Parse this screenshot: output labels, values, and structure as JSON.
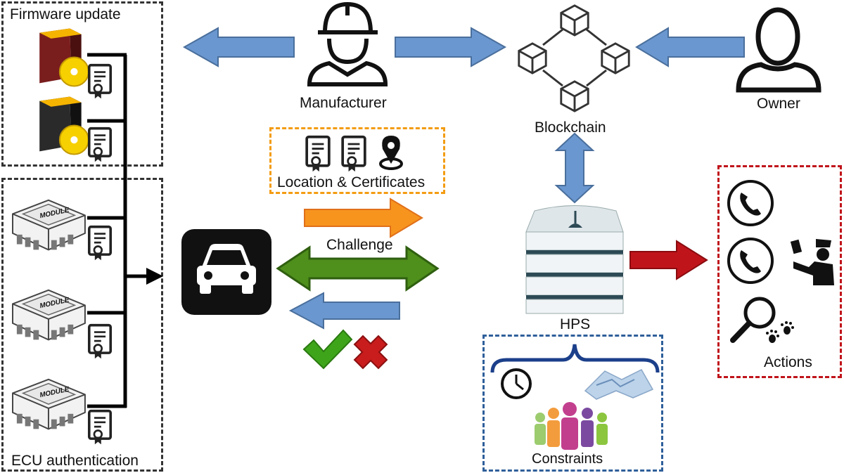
{
  "labels": {
    "firmware_update": "Firmware update",
    "ecu_authentication": "ECU authentication",
    "manufacturer": "Manufacturer",
    "blockchain": "Blockchain",
    "owner": "Owner",
    "location_certificates": "Location & Certificates",
    "challenge": "Challenge",
    "hps": "HPS",
    "actions": "Actions",
    "constraints": "Constraints",
    "module": "MODULE"
  },
  "colors": {
    "blue_arrow": "#6a97cf",
    "orange_arrow": "#f7941e",
    "green_arrow": "#4f8f1c",
    "red_arrow": "#c0141b",
    "orange_dash": "#f39c12",
    "blue_dash": "#2f5f9a",
    "red_dash": "#c0141b",
    "black_dash": "#333333"
  },
  "icons": [
    "firmware-box-icon",
    "certificate-icon",
    "ecu-module-icon",
    "car-icon",
    "engineer-icon",
    "blockchain-icon",
    "user-icon",
    "location-pin-icon",
    "checkmark-icon",
    "cross-icon",
    "server-icon",
    "phone-icon",
    "police-icon",
    "magnifier-icon",
    "paw-prints-icon",
    "clock-icon",
    "map-icon",
    "people-icon"
  ]
}
